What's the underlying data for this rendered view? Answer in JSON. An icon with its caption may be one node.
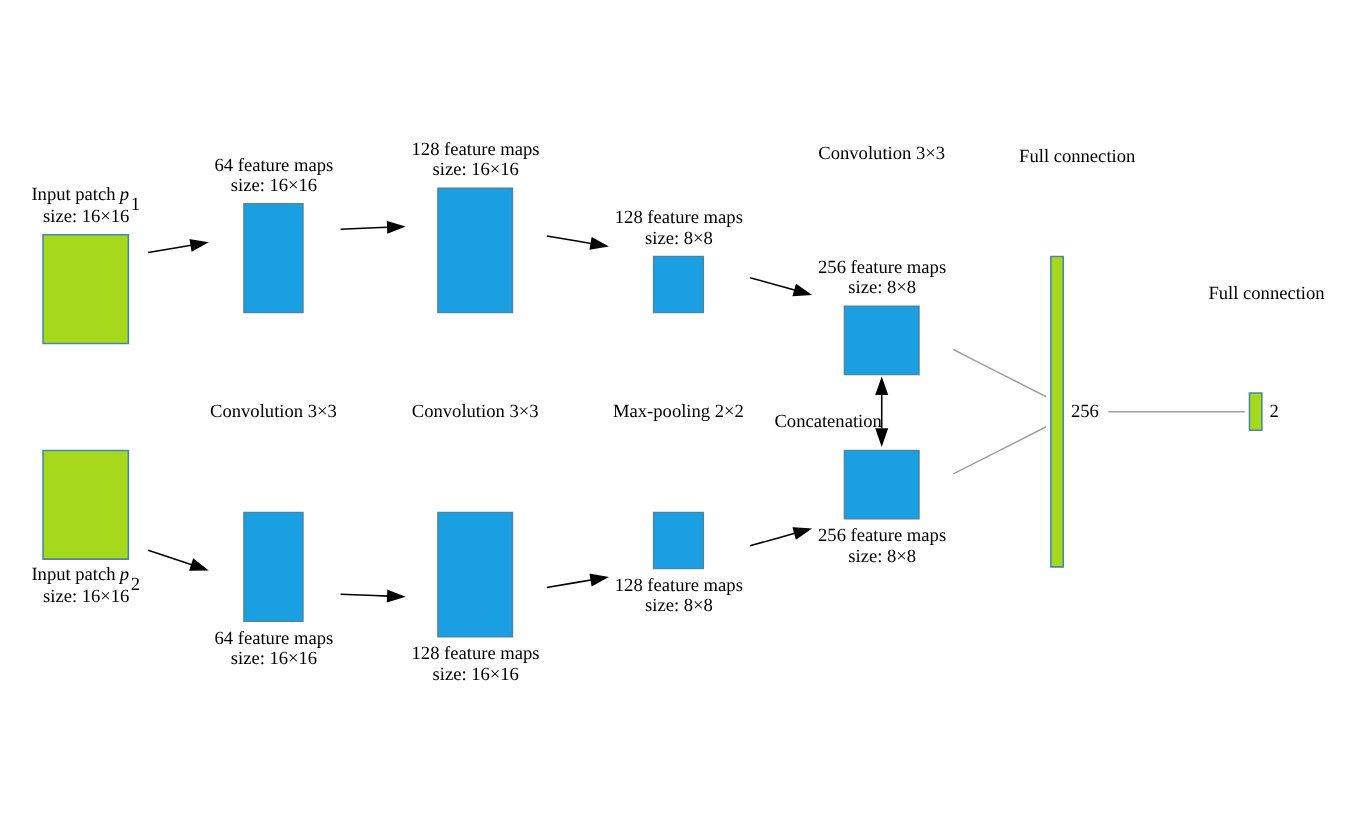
{
  "diagram": {
    "nodes": [
      {
        "text": [
          "Input patch *p*$_{1}$ size: 16×16"
        ]
      },
      {
        "text": [
          "64 feature maps size: 16×16"
        ]
      },
      {
        "text": [
          "128 feature maps size: 16×16"
        ]
      },
      {
        "text": [
          "128 feature maps size: 8×8"
        ]
      },
      {
        "text": [
          "256 feature maps size: 8×8"
        ]
      },
      {
        "text": [
          "Input patch *p*$_{2}$ size: 16×16"
        ]
      },
      {
        "text": [
          "64 feature maps size: 16×16"
        ]
      },
      {
        "text": [
          "128 feature maps size: 16×16"
        ]
      },
      {
        "text": [
          "128 feature maps size: 8×8"
        ]
      },
      {
        "text": [
          "256 feature maps size: 8×8"
        ]
      },
      {
        "text": [],
        "shape": "bar",
        "beside": [
          "256"
        ]
      },
      {
        "text": [],
        "shape": "box",
        "beside": [
          "2"
        ]
      }
    ],
    "edges": [
      {
        "from": 0,
        "to": 1,
        "arrow": "to"
      },
      {
        "from": 1,
        "to": 2,
        "arrow": "to"
      },
      {
        "from": 2,
        "to": 3,
        "arrow": "to"
      },
      {
        "from": 3,
        "to": 4,
        "arrow": "to"
      },
      {
        "from": 5,
        "to": 6,
        "arrow": "to"
      },
      {
        "from": 6,
        "to": 7,
        "arrow": "to"
      },
      {
        "from": 7,
        "to": 8,
        "arrow": "to"
      },
      {
        "from": 8,
        "to": 9,
        "arrow": "to"
      },
      {
        "from": 4,
        "to": 9,
        "arrow": "both",
        "label": "Concatenation"
      },
      {
        "from": 4,
        "to": 10,
        "arrow": "none",
        "color": "#a0a0a0"
      },
      {
        "from": 9,
        "to": 10,
        "arrow": "none",
        "color": "#a0a0a0"
      },
      {
        "from": 10,
        "to": 11,
        "arrow": "none",
        "color": "#a0a0a0"
      }
    ],
    "labels": [
      "Convolution 3×3",
      "Convolution 3×3",
      "Max-pooling 2×2",
      "Convolution 3×3",
      "Full connection",
      "Full connection"
    ]
  }
}
